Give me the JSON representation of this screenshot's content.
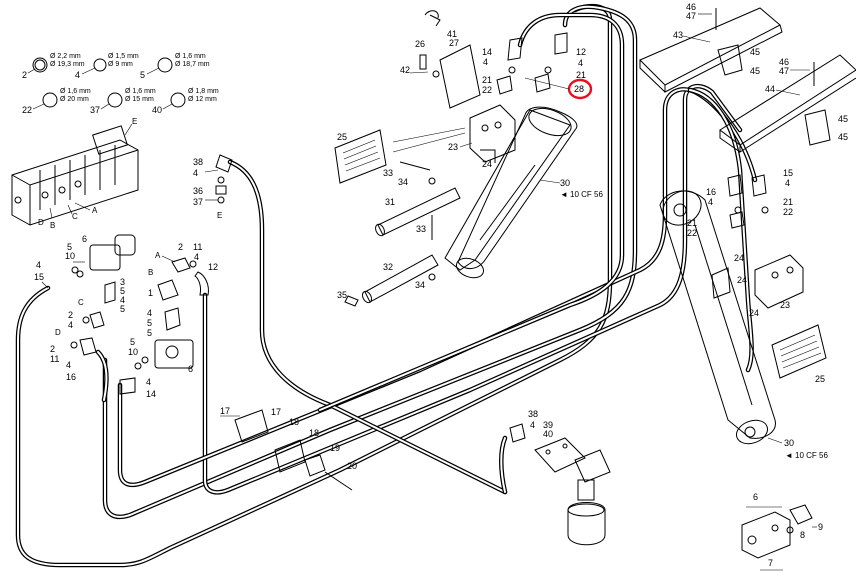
{
  "seal_specs": [
    {
      "part": "2",
      "d1": "Ø 2,2 mm",
      "d2": "Ø 19,3 mm"
    },
    {
      "part": "4",
      "d1": "Ø 1,5 mm",
      "d2": "Ø 9 mm"
    },
    {
      "part": "5",
      "d1": "Ø 1,6 mm",
      "d2": "Ø 18,7 mm"
    },
    {
      "part": "22",
      "d1": "Ø 1,6 mm",
      "d2": "Ø 20 mm"
    },
    {
      "part": "37",
      "d1": "Ø 1,6 mm",
      "d2": "Ø 15 mm"
    },
    {
      "part": "40",
      "d1": "Ø 1,8 mm",
      "d2": "Ø 12 mm"
    }
  ],
  "connection_letters": {
    "a": "A",
    "b": "B",
    "c": "C",
    "d": "D",
    "e": "E"
  },
  "cross_refs": {
    "left_cylinder": "10 CF 56",
    "right_cylinder": "10 CF 56"
  },
  "highlighted_part": "28",
  "labels": {
    "p46a": "46",
    "p47a": "47",
    "p43": "43",
    "p45a": "45",
    "p45b": "45",
    "p46b": "46",
    "p47b": "47",
    "p44": "44",
    "p45c": "45",
    "p45d": "45",
    "p41": "41",
    "p27": "27",
    "p26": "26",
    "p42": "42",
    "p14a": "14",
    "p4a": "4",
    "p12a": "12",
    "p4b": "4",
    "p21a": "21",
    "p22a": "22",
    "p21b": "21",
    "p25a": "25",
    "p23a": "23",
    "p24a": "24",
    "p30a": "30",
    "p38a": "38",
    "p4c": "4",
    "p36": "36",
    "p37": "37",
    "p33a": "33",
    "p34a": "34",
    "p31": "31",
    "p33b": "33",
    "p32": "32",
    "p34b": "34",
    "p35": "35",
    "p5a": "5",
    "p10a": "10",
    "p6a": "6",
    "p4d": "4",
    "p15a": "15",
    "p2a": "2",
    "p11": "11",
    "p4e": "4",
    "p12b": "12",
    "p1": "1",
    "p3": "3",
    "p5b": "5",
    "p4f": "4",
    "p5c": "5",
    "p2b": "2",
    "p4g": "4",
    "p5d": "5",
    "p4h": "4",
    "p2c": "2",
    "p4i": "4",
    "p5e": "5",
    "p10b": "10",
    "p5f": "5",
    "p6b": "6",
    "p2d": "2",
    "p11b": "11",
    "p4j": "4",
    "p16a": "16",
    "p4k": "4",
    "p14b": "14",
    "p17a": "17",
    "p17b": "17",
    "p18a": "18",
    "p18b": "18",
    "p19": "19",
    "p20": "20",
    "p38b": "38",
    "p4l": "4",
    "p39": "39",
    "p40": "40",
    "p16b": "16",
    "p4m": "4",
    "p15b": "15",
    "p4n": "4",
    "p21c": "21",
    "p22b": "22",
    "p21d": "21",
    "p22c": "22",
    "p24b": "24",
    "p24c": "24",
    "p23b": "23",
    "p24d": "24",
    "p25b": "25",
    "p30b": "30",
    "p6c": "6",
    "p9": "9",
    "p8": "8",
    "p7": "7"
  }
}
